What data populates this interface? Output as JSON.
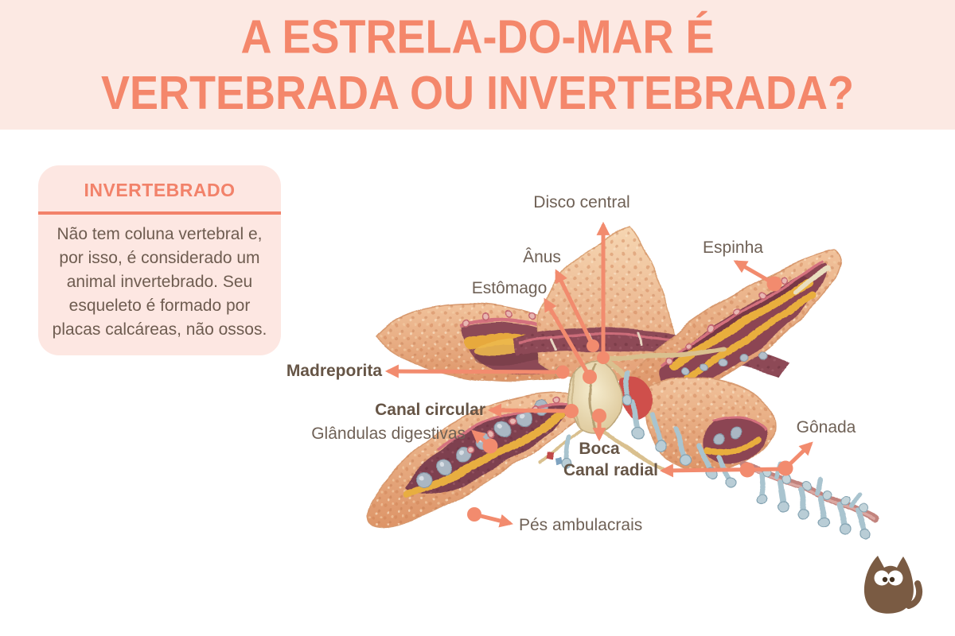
{
  "theme": {
    "header_bg": "#fce9e3",
    "panel_bg": "#fde7e2",
    "accent": "#f2826a",
    "arrow_color": "#f28b6e",
    "body_text": "#6e5c50",
    "label_text": "#6f6156",
    "label_text_bold": "#665546",
    "logo_brown": "#7a5b43"
  },
  "header": {
    "line1": "A ESTRELA-DO-MAR É",
    "line2": "VERTEBRADA OU INVERTEBRADA?"
  },
  "info_box": {
    "title": "INVERTEBRADO",
    "lines": [
      "Não tem coluna vertebral e,",
      "por isso, é considerado um",
      "animal invertebrado. Seu",
      "esqueleto é formado por",
      "placas calcáreas, não ossos."
    ]
  },
  "diagram": {
    "subject": "estrela-do-mar (anatomia interna)",
    "labels": [
      {
        "id": "disco-central",
        "text": "Disco central"
      },
      {
        "id": "anus",
        "text": "Ânus"
      },
      {
        "id": "estomago",
        "text": "Estômago"
      },
      {
        "id": "espinha",
        "text": "Espinha"
      },
      {
        "id": "madreporita",
        "text": "Madreporita"
      },
      {
        "id": "canal-circular",
        "text": "Canal circular"
      },
      {
        "id": "glandulas-digestivas",
        "text": "Glândulas digestivas"
      },
      {
        "id": "boca",
        "text": "Boca"
      },
      {
        "id": "canal-radial",
        "text": "Canal radial"
      },
      {
        "id": "gonada",
        "text": "Gônada"
      },
      {
        "id": "pes-ambulacrais",
        "text": "Pés ambulacrais"
      }
    ]
  },
  "logo": {
    "icon": "cat-icon"
  }
}
